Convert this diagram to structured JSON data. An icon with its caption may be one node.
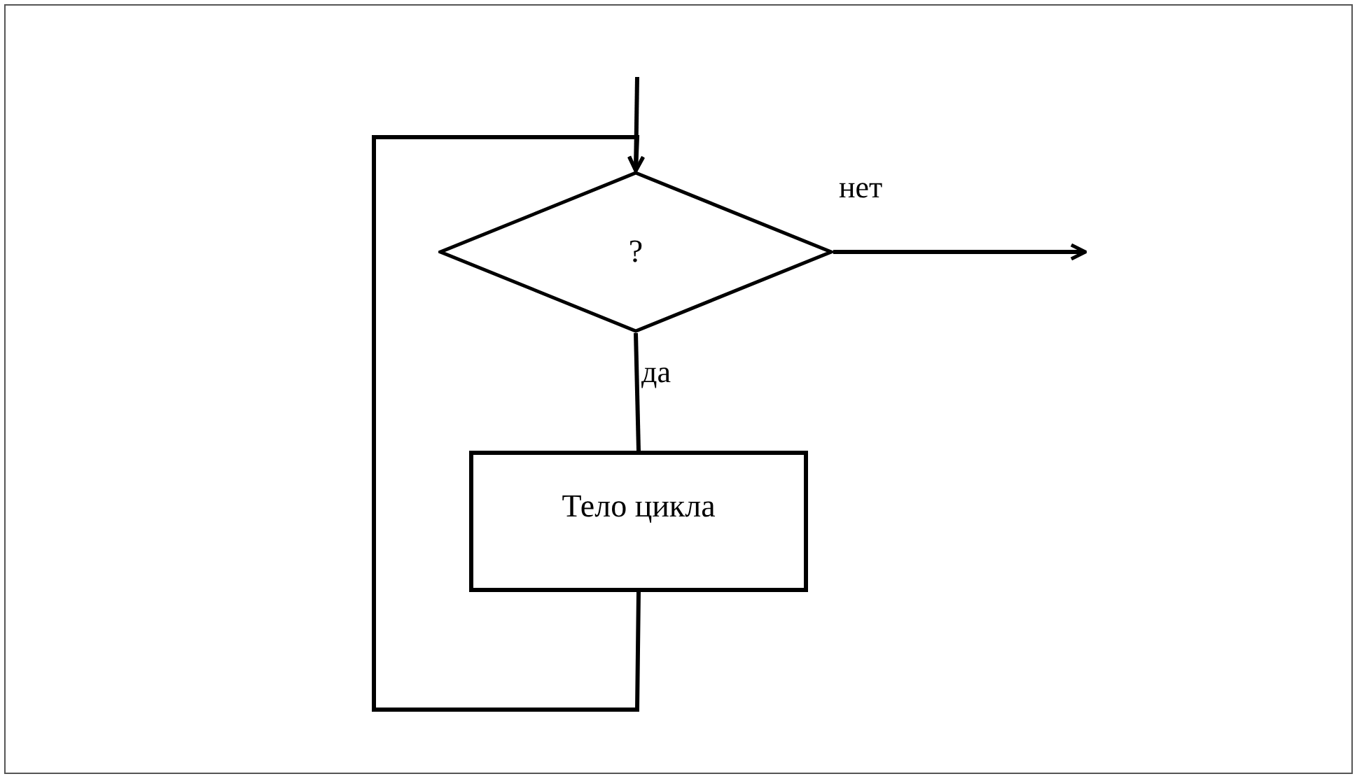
{
  "diagram": {
    "nodes": [
      {
        "text": [
          "?"
        ]
      },
      {
        "text": [
          "Тело цикла"
        ]
      }
    ],
    "edges": [
      {
        "from": null,
        "to": 0,
        "arrow": "to"
      },
      {
        "from": 0,
        "to": null,
        "arrow": "to",
        "label": "нет"
      },
      {
        "from": 0,
        "to": 1,
        "arrow": "none",
        "label": "да"
      },
      {
        "from": 1,
        "to": 0,
        "arrow": "to"
      }
    ]
  }
}
